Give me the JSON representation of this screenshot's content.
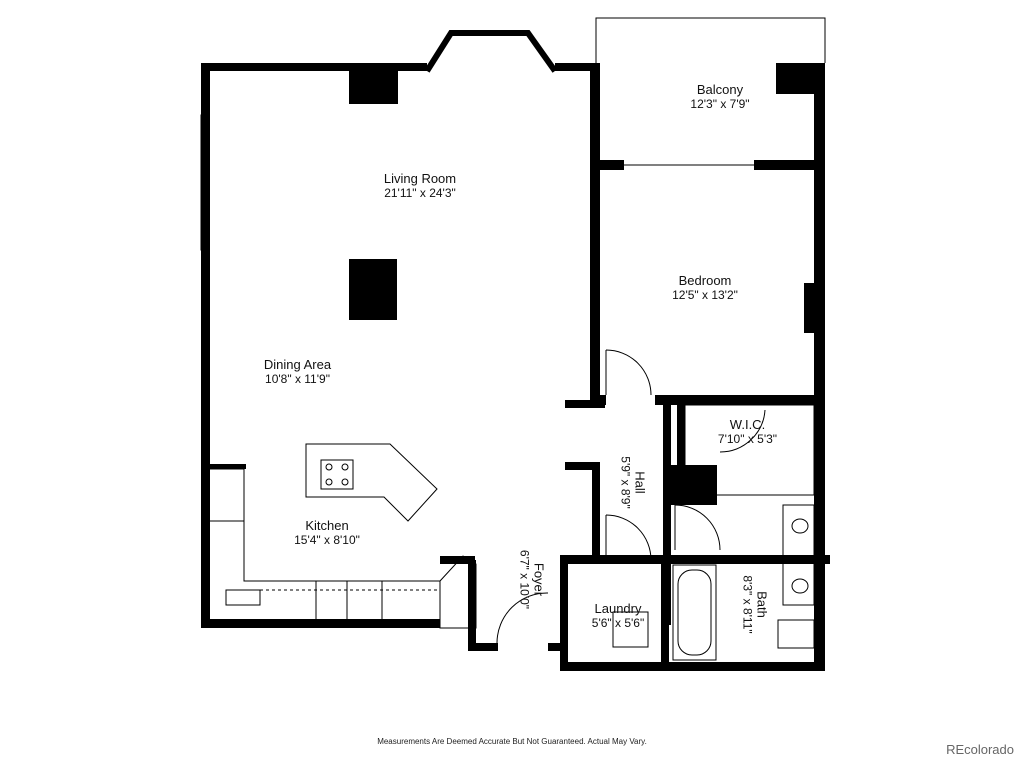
{
  "rooms": {
    "balcony": {
      "name": "Balcony",
      "dims": "12'3\" x 7'9\""
    },
    "living": {
      "name": "Living Room",
      "dims": "21'11\" x 24'3\""
    },
    "bedroom": {
      "name": "Bedroom",
      "dims": "12'5\" x 13'2\""
    },
    "dining": {
      "name": "Dining Area",
      "dims": "10'8\" x 11'9\""
    },
    "wic": {
      "name": "W.I.C.",
      "dims": "7'10\" x 5'3\""
    },
    "hall": {
      "name": "Hall",
      "dims": "5'9\" x 8'9\""
    },
    "kitchen": {
      "name": "Kitchen",
      "dims": "15'4\" x 8'10\""
    },
    "foyer": {
      "name": "Foyer",
      "dims": "6'7\" x 10'0\""
    },
    "bath": {
      "name": "Bath",
      "dims": "8'3\" x 8'11\""
    },
    "laundry": {
      "name": "Laundry",
      "dims": "5'6\" x 5'6\""
    }
  },
  "footer": {
    "disclaimer": "Measurements Are Deemed Accurate But Not Guaranteed. Actual May Vary.",
    "brand": "REcolorado"
  }
}
